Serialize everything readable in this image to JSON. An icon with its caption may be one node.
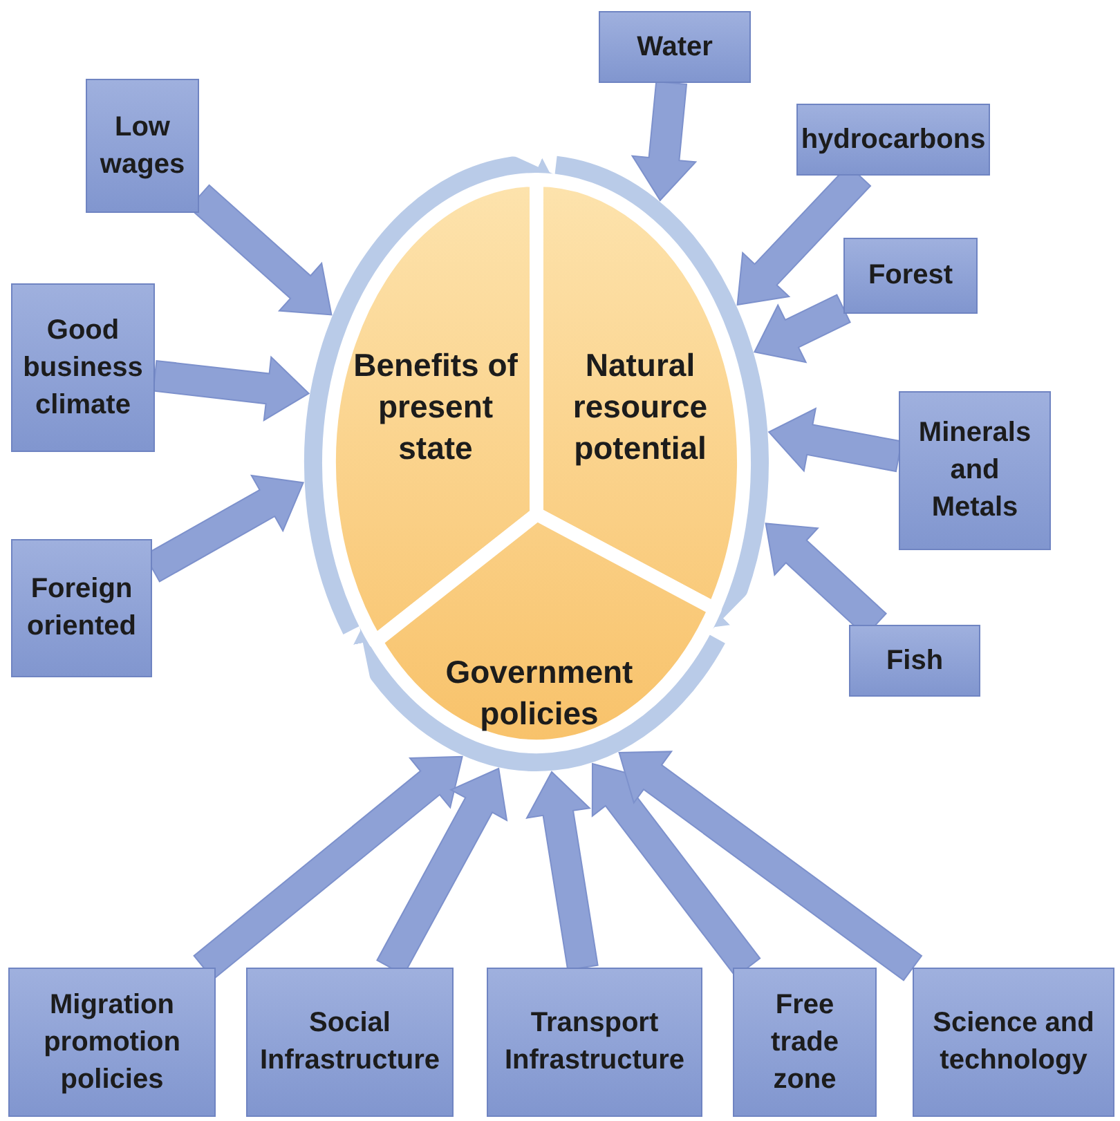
{
  "diagram": {
    "nodes": [
      {
        "text": [
          "Benefits of present state"
        ]
      },
      {
        "text": [
          "Natural resource potential"
        ]
      },
      {
        "text": [
          "Government policies"
        ]
      },
      {
        "text": [
          "Low wages"
        ]
      },
      {
        "text": [
          "Good business climate"
        ]
      },
      {
        "text": [
          "Foreign oriented"
        ]
      },
      {
        "text": [
          "Water"
        ]
      },
      {
        "text": [
          "hydrocarbons"
        ]
      },
      {
        "text": [
          "Forest"
        ]
      },
      {
        "text": [
          "Minerals and Metals"
        ]
      },
      {
        "text": [
          "Fish"
        ]
      },
      {
        "text": [
          "Migration promotion policies"
        ]
      },
      {
        "text": [
          "Social Infrastructure"
        ]
      },
      {
        "text": [
          "Transport Infrastructure"
        ]
      },
      {
        "text": [
          "Free trade zone"
        ]
      },
      {
        "text": [
          "Science and technology"
        ]
      }
    ],
    "edges": [
      {
        "from": 0,
        "to": 1,
        "arrow": "to"
      },
      {
        "from": 1,
        "to": 2,
        "arrow": "to"
      },
      {
        "from": 2,
        "to": 0,
        "arrow": "to"
      },
      {
        "from": 3,
        "to": 0,
        "arrow": "to"
      },
      {
        "from": 4,
        "to": 0,
        "arrow": "to"
      },
      {
        "from": 5,
        "to": 0,
        "arrow": "to"
      },
      {
        "from": 6,
        "to": 1,
        "arrow": "to"
      },
      {
        "from": 7,
        "to": 1,
        "arrow": "to"
      },
      {
        "from": 8,
        "to": 1,
        "arrow": "to"
      },
      {
        "from": 9,
        "to": 1,
        "arrow": "to"
      },
      {
        "from": 10,
        "to": 1,
        "arrow": "to"
      },
      {
        "from": 11,
        "to": 2,
        "arrow": "to"
      },
      {
        "from": 12,
        "to": 2,
        "arrow": "to"
      },
      {
        "from": 13,
        "to": 2,
        "arrow": "to"
      },
      {
        "from": 14,
        "to": 2,
        "arrow": "to"
      },
      {
        "from": 15,
        "to": 2,
        "arrow": "to"
      }
    ]
  }
}
